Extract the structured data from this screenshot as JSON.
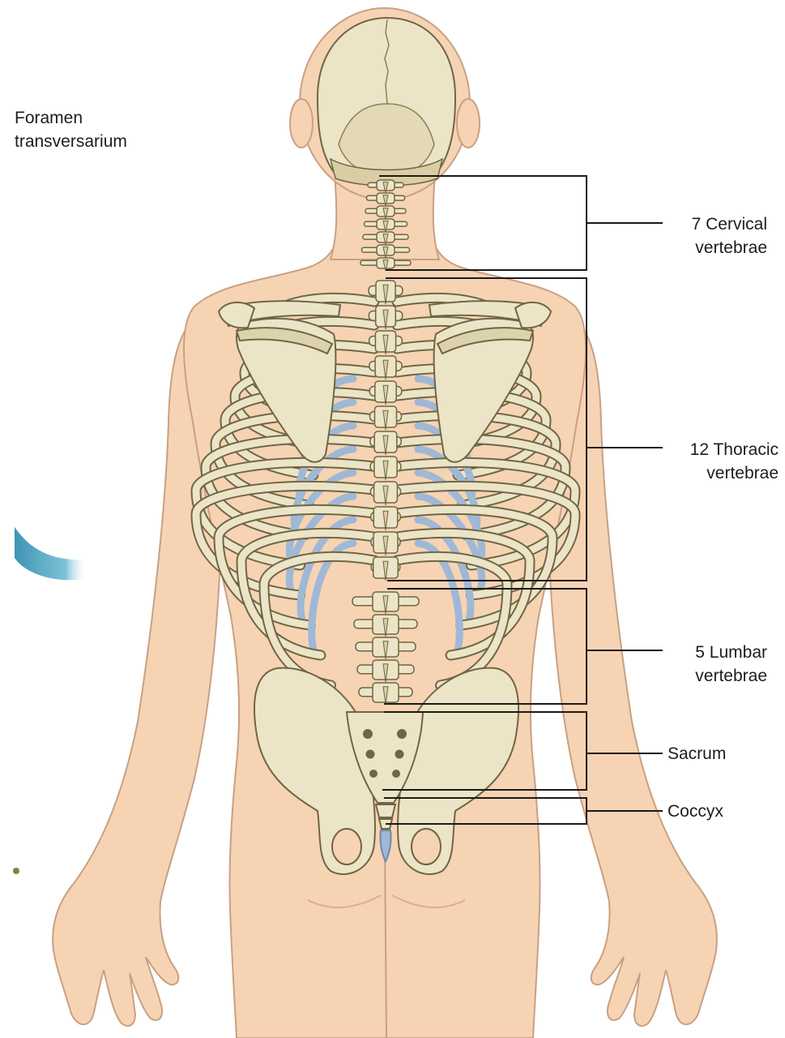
{
  "colors": {
    "skin": "#f6d3b3",
    "skin_outline": "#c9a084",
    "bone": "#ece4c6",
    "bone_shadow": "#c9bb8e",
    "bone_outline": "#6f6645",
    "cartilage": "#9fb8d6",
    "bracket_line": "#1a1a1a",
    "label_text": "#1d1d1d"
  },
  "side_label": {
    "line1": "Foramen",
    "line2": "transversarium"
  },
  "labels": [
    {
      "id": "cervical",
      "line1": "7 Cervical",
      "line2": "vertebrae"
    },
    {
      "id": "thoracic",
      "line1": "12 Thoracic",
      "line2": "vertebrae"
    },
    {
      "id": "lumbar",
      "line1": "5 Lumbar",
      "line2": "vertebrae"
    },
    {
      "id": "sacrum",
      "line1": "Sacrum"
    },
    {
      "id": "coccyx",
      "line1": "Coccyx"
    }
  ]
}
